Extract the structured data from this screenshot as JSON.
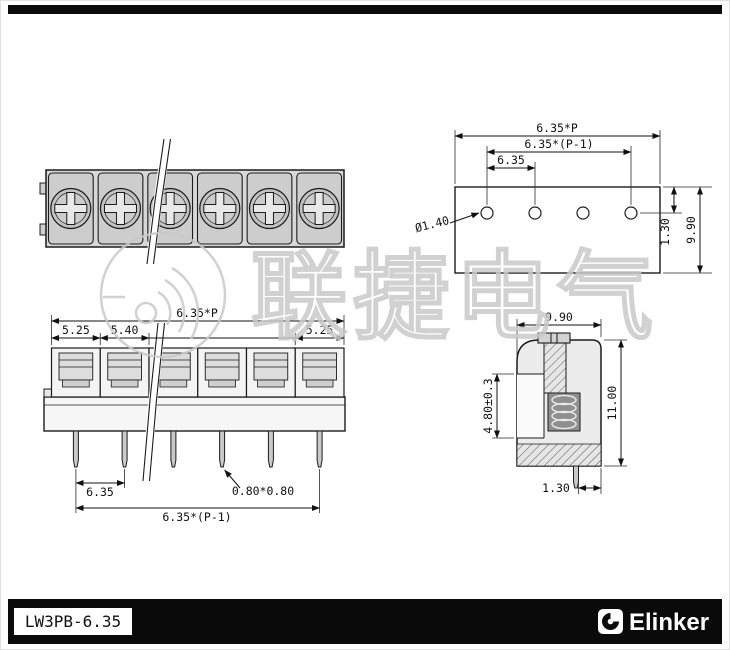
{
  "page": {
    "background": "#ffffff",
    "line_color": "#1c1c1c",
    "watermark_color": "#c9c9c9",
    "bar_color": "#0a0a0a"
  },
  "watermark": {
    "text": "联捷电气"
  },
  "views": {
    "pcb": {
      "dim_pitch_total": "6.35*P",
      "dim_span": "6.35*(P-1)",
      "dim_pitch": "6.35",
      "dim_hole_dia": "Ø1.40",
      "dim_hole_row_offset": "1.30",
      "dim_depth": "9.90"
    },
    "front": {
      "dim_total_width": "6.35*P",
      "dim_end_segment_left": "5.25",
      "dim_mid_segment": "5.40",
      "dim_end_segment_right": "5.25",
      "dim_pin_pitch": "6.35",
      "dim_pin_cross_section": "0.80*0.80",
      "dim_pin_span": "6.35*(P-1)"
    },
    "side": {
      "dim_body_width": "9.90",
      "dim_body_height": "11.00",
      "dim_wire_opening": "4.80±0.3",
      "dim_pin_offset": "1.30"
    }
  },
  "footer": {
    "part_number": "LW3PB-6.35",
    "brand": "Elinker"
  }
}
